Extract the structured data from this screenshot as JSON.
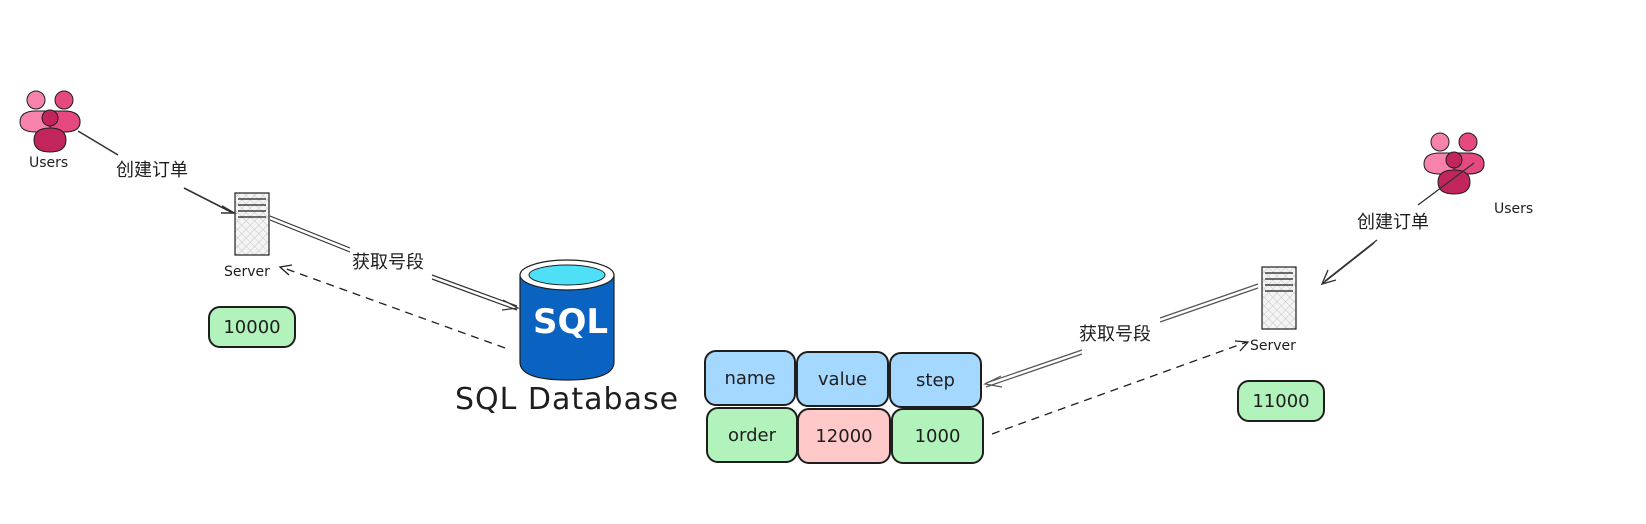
{
  "diagram": {
    "left": {
      "users_label": "Users",
      "create_order_label": "创建订单",
      "server_label": "Server",
      "fetch_segment_label": "获取号段",
      "server_value": "10000"
    },
    "database": {
      "icon_text": "SQL",
      "label": "SQL Database"
    },
    "table": {
      "headers": [
        "name",
        "value",
        "step"
      ],
      "row": [
        "order",
        "12000",
        "1000"
      ]
    },
    "right": {
      "users_label": "Users",
      "create_order_label": "创建订单",
      "server_label": "Server",
      "fetch_segment_label": "获取号段",
      "server_value": "11000"
    },
    "colors": {
      "header_fill": "#a5d8ff",
      "green_fill": "#b2f2bb",
      "red_fill": "#ffc9c9",
      "db_blue": "#0b63c1",
      "db_top": "#4fe0f7",
      "user_pink_light": "#f783ac",
      "user_pink_mid": "#e64980",
      "user_pink_dark": "#c2255c"
    }
  }
}
